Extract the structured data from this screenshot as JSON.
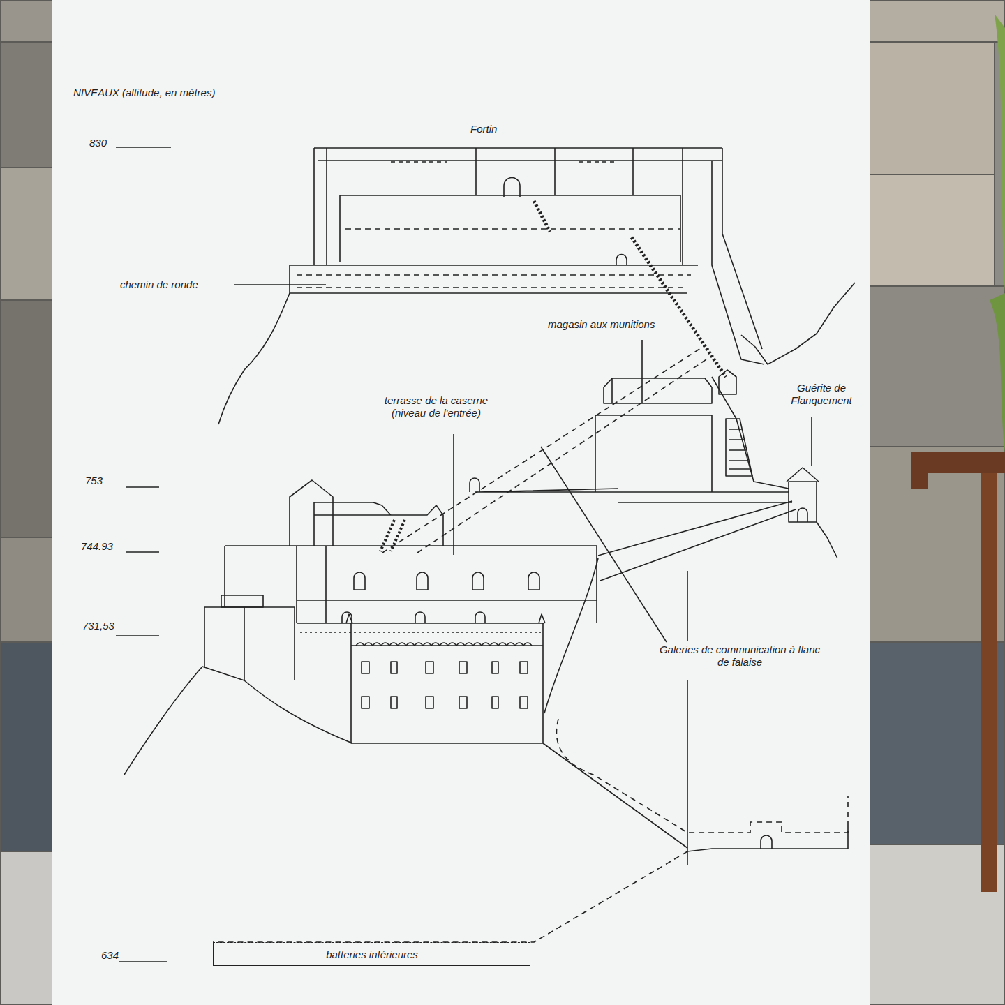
{
  "diagram": {
    "nodes": [
      {
        "text": [
          "batteries inférieures"
        ]
      }
    ],
    "labels": [
      "NIVEAUX (altitude, en mètres)",
      "830",
      "Fortin",
      "chemin de ronde",
      "magasin aux munitions",
      "terrasse de la caserne (niveau de l'entrée)",
      "Guérite de Flanquement",
      "753",
      "744.93",
      "731,53",
      "Galeries de communication à flanc de falaise",
      "634"
    ]
  }
}
